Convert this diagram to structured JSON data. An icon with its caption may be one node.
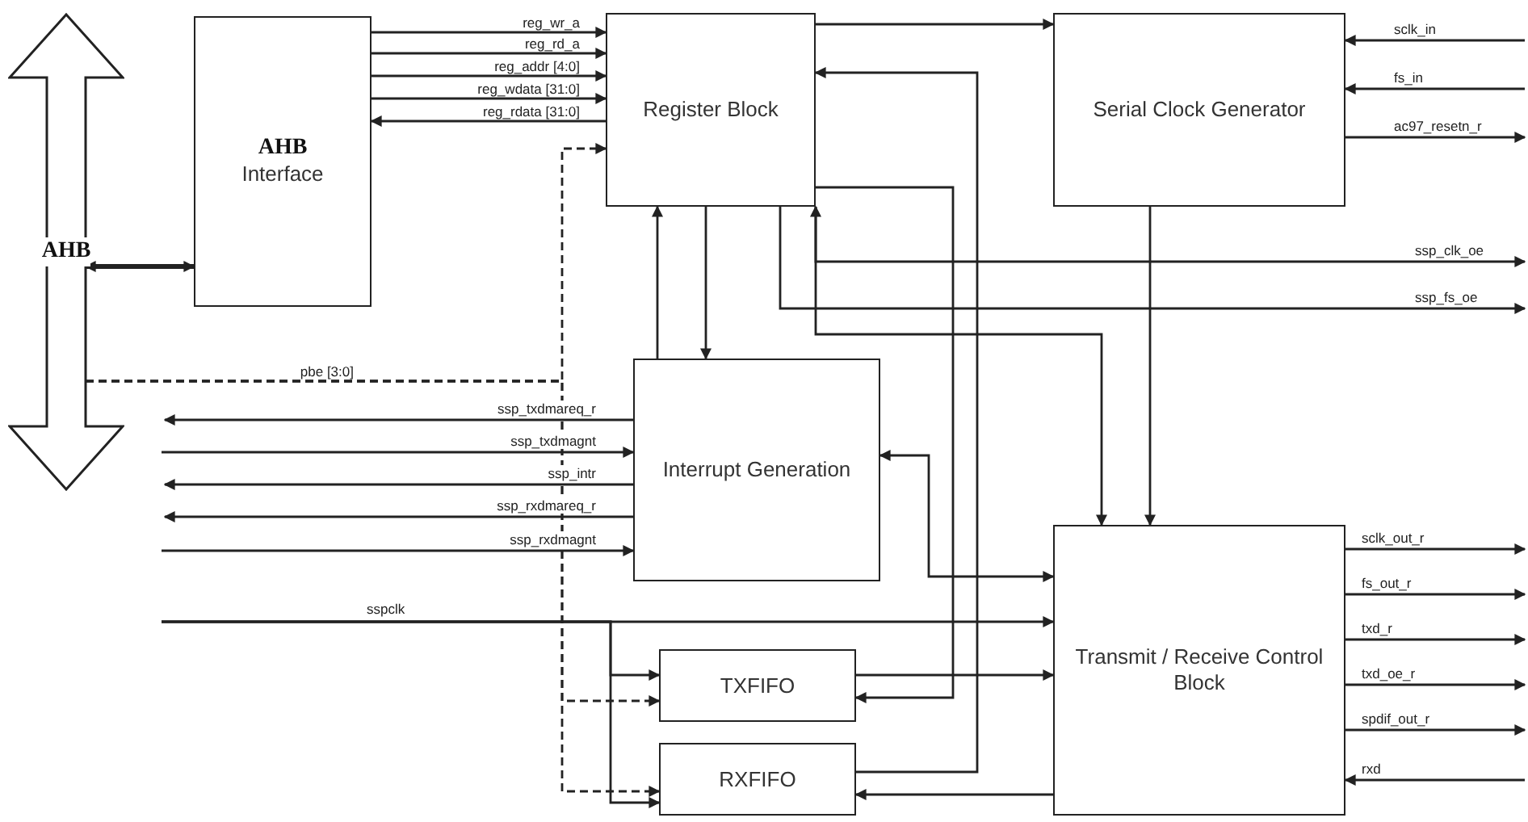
{
  "diagram": {
    "nodes": [
      {
        "text": [
          "AHB"
        ]
      },
      {
        "text": [
          "AHB",
          "Interface"
        ]
      },
      {
        "text": [
          "Register Block"
        ]
      },
      {
        "text": [
          "Serial Clock Generator"
        ]
      },
      {
        "text": [
          "Interrupt Generation"
        ]
      },
      {
        "text": [
          "Transmit / Receive Control Block"
        ]
      },
      {
        "text": [
          "TXFIFO"
        ]
      },
      {
        "text": [
          "RXFIFO"
        ]
      }
    ],
    "edges": [
      {
        "from": 0,
        "to": 1,
        "arrow": "both",
        "style": "thick"
      },
      {
        "from": 1,
        "to": 2,
        "label": "reg_wr_a",
        "arrow": "to"
      },
      {
        "from": 1,
        "to": 2,
        "label": "reg_rd_a",
        "arrow": "to"
      },
      {
        "from": 1,
        "to": 2,
        "label": "reg_addr [4:0]",
        "arrow": "to"
      },
      {
        "from": 1,
        "to": 2,
        "label": "reg_wdata [31:0]",
        "arrow": "to"
      },
      {
        "from": 2,
        "to": 1,
        "label": "reg_rdata [31:0]",
        "arrow": "to"
      },
      {
        "from": 0,
        "to": 2,
        "label": "pbe [3:0]",
        "arrow": "to",
        "style": "dashed"
      },
      {
        "from": 0,
        "to": 6,
        "arrow": "to",
        "style": "dashed"
      },
      {
        "from": 0,
        "to": 7,
        "arrow": "to",
        "style": "dashed"
      },
      {
        "from": 2,
        "to": 3,
        "arrow": "to"
      },
      {
        "from": 4,
        "to": 2,
        "arrow": "to"
      },
      {
        "from": 2,
        "to": 4,
        "arrow": "to"
      },
      {
        "from": 2,
        "to": 5,
        "arrow": "both"
      },
      {
        "from": 2,
        "to": null,
        "label": "ssp_clk_oe",
        "arrow": "to"
      },
      {
        "from": 2,
        "to": null,
        "label": "ssp_fs_oe",
        "arrow": "to"
      },
      {
        "from": 2,
        "to": 6,
        "arrow": "to"
      },
      {
        "from": 7,
        "to": 2,
        "arrow": "to"
      },
      {
        "from": null,
        "to": 3,
        "label": "sclk_in",
        "arrow": "to"
      },
      {
        "from": null,
        "to": 3,
        "label": "fs_in",
        "arrow": "to"
      },
      {
        "from": 3,
        "to": null,
        "label": "ac97_resetn_r",
        "arrow": "to"
      },
      {
        "from": 3,
        "to": 5,
        "arrow": "to"
      },
      {
        "from": 4,
        "to": 5,
        "arrow": "both"
      },
      {
        "from": 4,
        "to": null,
        "label": "ssp_txdmareq_r",
        "arrow": "to"
      },
      {
        "from": null,
        "to": 4,
        "label": "ssp_txdmagnt",
        "arrow": "to"
      },
      {
        "from": 4,
        "to": null,
        "label": "ssp_intr",
        "arrow": "to"
      },
      {
        "from": 4,
        "to": null,
        "label": "ssp_rxdmareq_r",
        "arrow": "to"
      },
      {
        "from": null,
        "to": 4,
        "label": "ssp_rxdmagnt",
        "arrow": "to"
      },
      {
        "from": null,
        "to": 5,
        "label": "sspclk",
        "arrow": "to"
      },
      {
        "from": null,
        "to": 6,
        "arrow": "to"
      },
      {
        "from": null,
        "to": 7,
        "arrow": "to"
      },
      {
        "from": 6,
        "to": 5,
        "arrow": "to"
      },
      {
        "from": 5,
        "to": 7,
        "arrow": "to"
      },
      {
        "from": 5,
        "to": null,
        "label": "sclk_out_r",
        "arrow": "to"
      },
      {
        "from": 5,
        "to": null,
        "label": "fs_out_r",
        "arrow": "to"
      },
      {
        "from": 5,
        "to": null,
        "label": "txd_r",
        "arrow": "to"
      },
      {
        "from": 5,
        "to": null,
        "label": "txd_oe_r",
        "arrow": "to"
      },
      {
        "from": 5,
        "to": null,
        "label": "spdif_out_r",
        "arrow": "to"
      },
      {
        "from": null,
        "to": 5,
        "label": "rxd",
        "arrow": "to"
      }
    ]
  }
}
